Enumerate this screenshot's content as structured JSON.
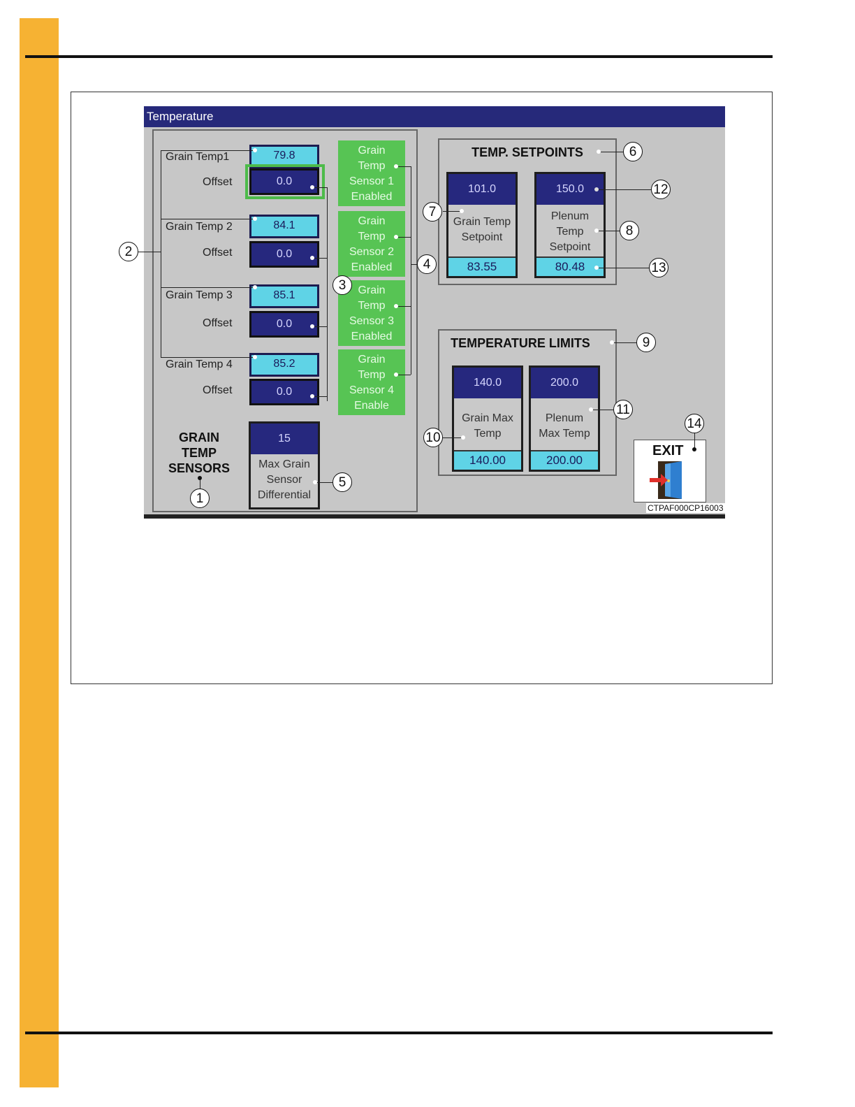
{
  "window": {
    "title": "Temperature"
  },
  "sensors": [
    {
      "label": "Grain Temp1",
      "value": "79.8",
      "offset_label": "Offset",
      "offset": "0.0",
      "enable_lines": [
        "Grain",
        "Temp",
        "Sensor 1",
        "Enabled"
      ]
    },
    {
      "label": "Grain Temp 2",
      "value": "84.1",
      "offset_label": "Offset",
      "offset": "0.0",
      "enable_lines": [
        "Grain",
        "Temp",
        "Sensor 2",
        "Enabled"
      ]
    },
    {
      "label": "Grain Temp 3",
      "value": "85.1",
      "offset_label": "Offset",
      "offset": "0.0",
      "enable_lines": [
        "Grain",
        "Temp",
        "Sensor 3",
        "Enabled"
      ]
    },
    {
      "label": "Grain Temp 4",
      "value": "85.2",
      "offset_label": "Offset",
      "offset": "0.0",
      "enable_lines": [
        "Grain",
        "Temp",
        "Sensor 4",
        "Enable"
      ]
    }
  ],
  "grain_sensors_heading": [
    "GRAIN",
    "TEMP",
    "SENSORS"
  ],
  "max_differential": {
    "value": "15",
    "lines": [
      "Max Grain",
      "Sensor",
      "Differential"
    ]
  },
  "setpoints": {
    "heading": "TEMP. SETPOINTS",
    "grain": {
      "value": "101.0",
      "lines": [
        "Grain Temp",
        "Setpoint"
      ],
      "reading": "83.55"
    },
    "plenum": {
      "value": "150.0",
      "lines": [
        "Plenum",
        "Temp",
        "Setpoint"
      ],
      "reading": "80.48"
    }
  },
  "limits": {
    "heading": "TEMPERATURE LIMITS",
    "grain": {
      "value": "140.0",
      "lines": [
        "Grain Max",
        "Temp"
      ],
      "reading": "140.00"
    },
    "plenum": {
      "value": "200.0",
      "lines": [
        "Plenum",
        "Max Temp"
      ],
      "reading": "200.00"
    }
  },
  "exit": {
    "label": "EXIT",
    "icon": "door-exit-icon"
  },
  "figure_id": "CTPAF000CP16003",
  "callouts": [
    "1",
    "2",
    "3",
    "4",
    "5",
    "6",
    "7",
    "8",
    "9",
    "10",
    "11",
    "12",
    "13",
    "14"
  ],
  "colors": {
    "title_bar": "#26297a",
    "navy": "#26287e",
    "cyan": "#5fd3e6",
    "green": "#57c454",
    "side_bar": "#f6b233"
  }
}
